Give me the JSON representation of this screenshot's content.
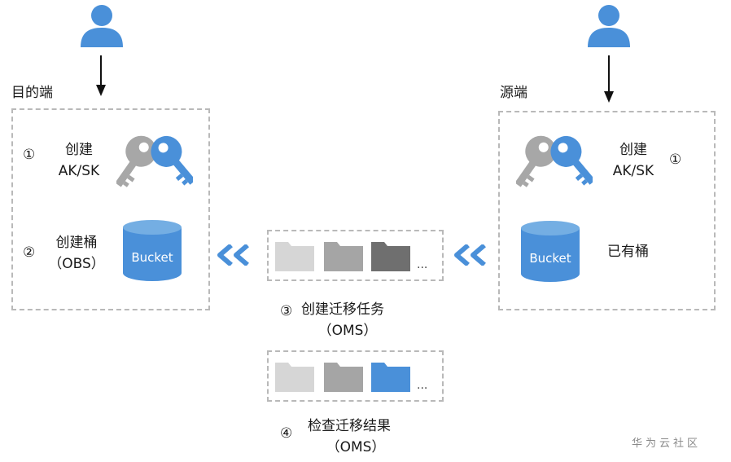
{
  "destination": {
    "title": "目的端",
    "step1_num": "①",
    "step1_line1": "创建",
    "step1_line2": "AK/SK",
    "step2_num": "②",
    "step2_line1": "创建桶",
    "step2_line2": "（OBS）",
    "bucket_label": "Bucket"
  },
  "source": {
    "title": "源端",
    "step1_num": "①",
    "step1_line1": "创建",
    "step1_line2": "AK/SK",
    "bucket_label": "Bucket",
    "existing_bucket": "已有桶"
  },
  "middle": {
    "ellipsis1": "...",
    "ellipsis2": "...",
    "step3_num": "③",
    "step3_line1": "创建迁移任务",
    "step3_line2": "（OMS）",
    "step4_num": "④",
    "step4_line1": "检查迁移结果",
    "step4_line2": "（OMS）"
  },
  "watermark": "华为云社区",
  "colors": {
    "blue": "#4a90d9",
    "light_blue": "#74aee3",
    "grey_light": "#d6d6d6",
    "grey_mid": "#a5a5a5",
    "grey_dark": "#6f6f6f",
    "dash": "#b9b9b9"
  },
  "icons": [
    "user-icon",
    "key-icon",
    "bucket-icon",
    "folder-icon",
    "double-chevron-left-icon"
  ]
}
